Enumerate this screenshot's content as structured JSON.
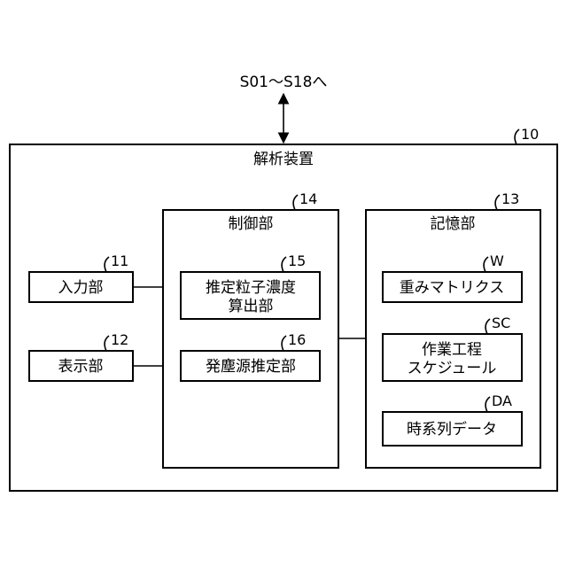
{
  "external": {
    "label": "S01～S18へ"
  },
  "device": {
    "title": "解析装置",
    "ref": "10"
  },
  "input": {
    "label": "入力部",
    "ref": "11"
  },
  "display": {
    "label": "表示部",
    "ref": "12"
  },
  "control": {
    "title": "制御部",
    "ref": "14",
    "calc": {
      "line1": "推定粒子濃度",
      "line2": "算出部",
      "ref": "15"
    },
    "source": {
      "label": "発塵源推定部",
      "ref": "16"
    }
  },
  "storage": {
    "title": "記憶部",
    "ref": "13",
    "weight": {
      "label": "重みマトリクス",
      "ref": "W"
    },
    "schedule": {
      "line1": "作業工程",
      "line2": "スケジュール",
      "ref": "SC"
    },
    "timeseries": {
      "label": "時系列データ",
      "ref": "DA"
    }
  }
}
